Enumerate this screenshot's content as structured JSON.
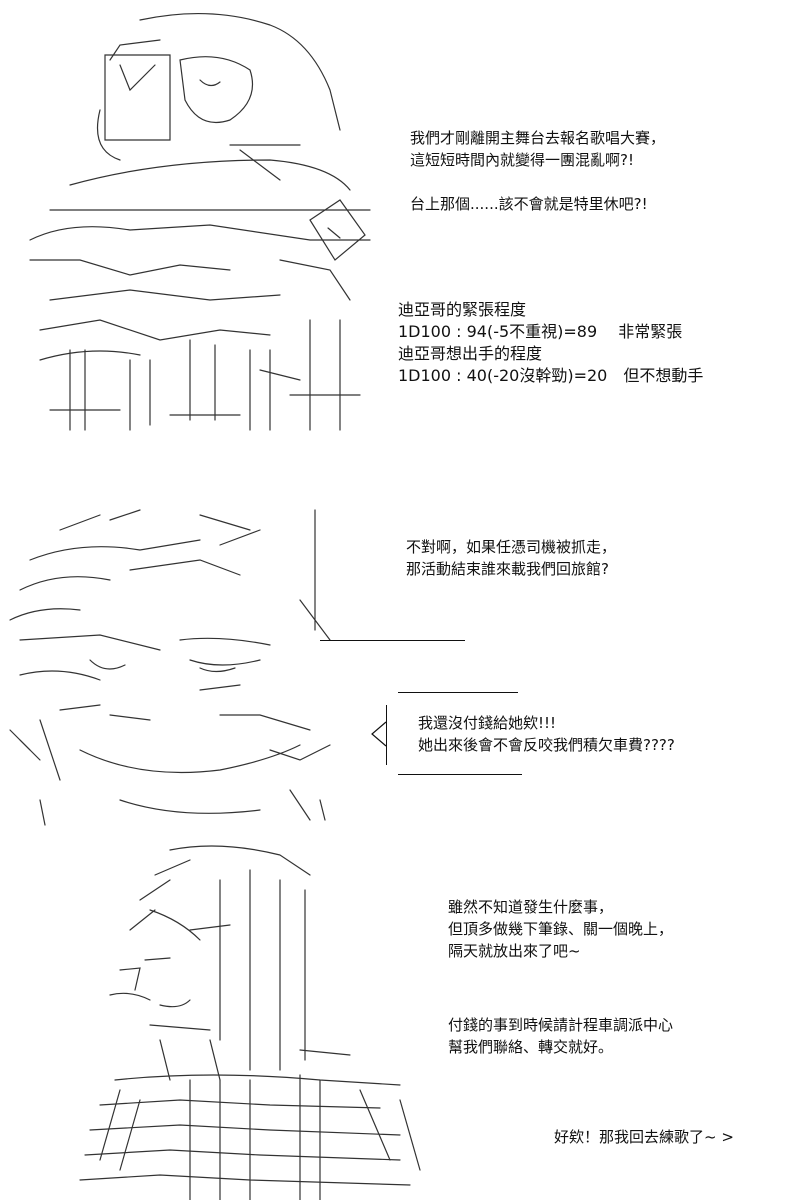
{
  "panel1": {
    "dialog1": [
      "我們才剛離開主舞台去報名歌唱大賽，",
      "這短短時間內就變得一團混亂啊?!",
      "",
      "台上那個......該不會就是特里休吧?!"
    ],
    "rolls": [
      "迪亞哥的緊張程度",
      "1D100 : 94(-5不重視)=89　 非常緊張",
      "迪亞哥想出手的程度",
      "1D100 : 40(-20沒幹勁)=20　但不想動手"
    ]
  },
  "panel2": {
    "dialog1": [
      "不對啊，如果任憑司機被抓走，",
      "那活動結束誰來載我們回旅館?"
    ],
    "dialog2": [
      "我還沒付錢給她欸!!!",
      "她出來後會不會反咬我們積欠車費????"
    ]
  },
  "panel3": {
    "dialog1": [
      "雖然不知道發生什麼事，",
      "但頂多做幾下筆錄、關一個晚上，",
      "隔天就放出來了吧~"
    ],
    "dialog2": [
      "付錢的事到時候請計程車調派中心",
      "幫我們聯絡、轉交就好。"
    ],
    "dialog3": "好欸！那我回去練歌了~ >"
  }
}
